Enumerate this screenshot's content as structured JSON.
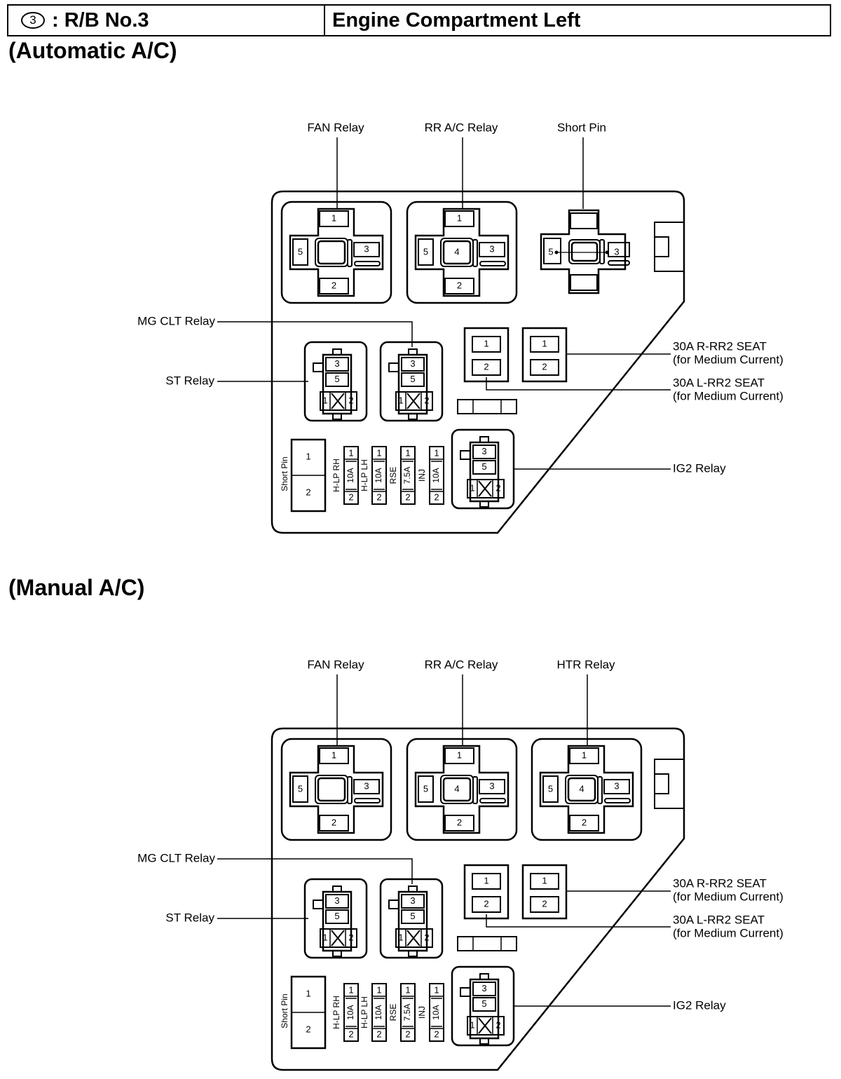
{
  "header": {
    "circled_number": "3",
    "left": ": R/B No.3",
    "right": "Engine Compartment Left"
  },
  "sections": [
    {
      "title": "(Automatic A/C)",
      "top_labels": [
        "FAN Relay",
        "RR A/C Relay",
        "Short Pin"
      ],
      "third_block_kind": "short-pin",
      "relays": [
        {
          "pins": [
            "1",
            "5",
            "3",
            "2"
          ]
        },
        {
          "pins": [
            "1",
            "5",
            "4",
            "3",
            "2"
          ]
        },
        {
          "pins": [
            "5",
            "3"
          ]
        }
      ]
    },
    {
      "title": "(Manual A/C)",
      "top_labels": [
        "FAN Relay",
        "RR A/C Relay",
        "HTR Relay"
      ],
      "third_block_kind": "relay",
      "relays": [
        {
          "pins": [
            "1",
            "5",
            "3",
            "2"
          ]
        },
        {
          "pins": [
            "1",
            "5",
            "4",
            "3",
            "2"
          ]
        },
        {
          "pins": [
            "1",
            "5",
            "4",
            "3",
            "2"
          ]
        }
      ]
    }
  ],
  "labels": {
    "mg_clt": "MG CLT Relay",
    "st": "ST Relay",
    "ig2": "IG2 Relay",
    "r_seat_1": "30A R-RR2 SEAT",
    "r_seat_2": "(for Medium Current)",
    "l_seat_1": "30A L-RR2 SEAT",
    "l_seat_2": "(for Medium Current)",
    "short_pin_vertical": "Short Pin"
  },
  "small_relay_pins": [
    "3",
    "5",
    "1",
    "2"
  ],
  "fuse_block_pins": [
    "1",
    "2"
  ],
  "short_pin_pins": [
    "1",
    "2"
  ],
  "fuses": [
    {
      "name": "H-LP RH",
      "rating": "10A",
      "pins": [
        "1",
        "2"
      ]
    },
    {
      "name": "H-LP LH",
      "rating": "10A",
      "pins": [
        "1",
        "2"
      ]
    },
    {
      "name": "RSE",
      "rating": "7.5A",
      "pins": [
        "1",
        "2"
      ]
    },
    {
      "name": "INJ",
      "rating": "10A",
      "pins": [
        "1",
        "2"
      ]
    }
  ]
}
